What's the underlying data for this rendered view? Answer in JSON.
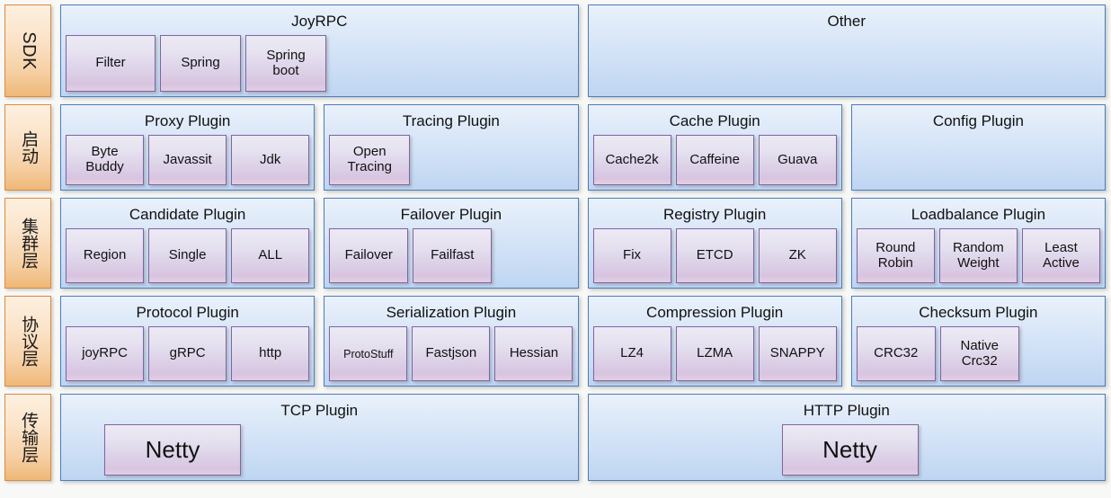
{
  "theme": {
    "background": "#f8f8f6",
    "layer_label_border": "#e0883c",
    "layer_label_fill": "#f6d0a5",
    "group_border": "#4a7ebb",
    "group_fill": "#cfe0f6",
    "item_border": "#8064a2",
    "item_fill": "#ddd2e8",
    "text": "#111111"
  },
  "rows": [
    {
      "id": "sdk",
      "layer": {
        "label": "SDK",
        "orientation": "latin-rotated"
      },
      "groups": [
        {
          "title": "JoyRPC",
          "flex": 2,
          "fill": false,
          "items": [
            {
              "label": "Filter",
              "width": 100
            },
            {
              "label": "Spring",
              "width": 90
            },
            {
              "label": "Spring\nboot",
              "width": 90
            }
          ]
        },
        {
          "title": "Other",
          "flex": 2,
          "fill": false,
          "items": []
        }
      ]
    },
    {
      "id": "startup",
      "layer": {
        "label": "启动",
        "orientation": "vertical"
      },
      "groups": [
        {
          "title": "Proxy Plugin",
          "flex": 1,
          "fill": true,
          "items": [
            {
              "label": "Byte\nBuddy"
            },
            {
              "label": "Javassit"
            },
            {
              "label": "Jdk"
            }
          ]
        },
        {
          "title": "Tracing Plugin",
          "flex": 1,
          "fill": false,
          "items": [
            {
              "label": "Open\nTracing",
              "width": 90
            }
          ]
        },
        {
          "title": "Cache Plugin",
          "flex": 1,
          "fill": true,
          "items": [
            {
              "label": "Cache2k"
            },
            {
              "label": "Caffeine"
            },
            {
              "label": "Guava"
            }
          ]
        },
        {
          "title": "Config Plugin",
          "flex": 1,
          "fill": false,
          "items": []
        }
      ]
    },
    {
      "id": "cluster",
      "layer": {
        "label": "集群层",
        "orientation": "vertical"
      },
      "groups": [
        {
          "title": "Candidate Plugin",
          "flex": 1,
          "fill": true,
          "items": [
            {
              "label": "Region"
            },
            {
              "label": "Single"
            },
            {
              "label": "ALL"
            }
          ]
        },
        {
          "title": "Failover Plugin",
          "flex": 1,
          "fill": false,
          "items": [
            {
              "label": "Failover",
              "width": 88
            },
            {
              "label": "Failfast",
              "width": 88
            }
          ]
        },
        {
          "title": "Registry Plugin",
          "flex": 1,
          "fill": true,
          "items": [
            {
              "label": "Fix"
            },
            {
              "label": "ETCD"
            },
            {
              "label": "ZK"
            }
          ]
        },
        {
          "title": "Loadbalance Plugin",
          "flex": 1,
          "fill": true,
          "items": [
            {
              "label": "Round\nRobin"
            },
            {
              "label": "Random\nWeight"
            },
            {
              "label": "Least\nActive"
            }
          ]
        }
      ]
    },
    {
      "id": "protocol",
      "layer": {
        "label": "协议层",
        "orientation": "vertical"
      },
      "groups": [
        {
          "title": "Protocol Plugin",
          "flex": 1,
          "fill": true,
          "items": [
            {
              "label": "joyRPC"
            },
            {
              "label": "gRPC"
            },
            {
              "label": "http"
            }
          ]
        },
        {
          "title": "Serialization Plugin",
          "flex": 1,
          "fill": true,
          "items": [
            {
              "label": "ProtoStuff",
              "size": "small"
            },
            {
              "label": "Fastjson"
            },
            {
              "label": "Hessian"
            }
          ]
        },
        {
          "title": "Compression Plugin",
          "flex": 1,
          "fill": true,
          "items": [
            {
              "label": "LZ4"
            },
            {
              "label": "LZMA"
            },
            {
              "label": "SNAPPY"
            }
          ]
        },
        {
          "title": "Checksum Plugin",
          "flex": 1,
          "fill": false,
          "items": [
            {
              "label": "CRC32",
              "width": 88
            },
            {
              "label": "Native\nCrc32",
              "width": 88
            }
          ]
        }
      ]
    },
    {
      "id": "transport",
      "layer": {
        "label": "传输层",
        "orientation": "vertical"
      },
      "groups": [
        {
          "title": "TCP Plugin",
          "flex": 2,
          "fill": false,
          "indent": 43,
          "items": [
            {
              "label": "Netty",
              "width": 152,
              "size": "big"
            }
          ]
        },
        {
          "title": "HTTP Plugin",
          "flex": 2,
          "fill": false,
          "indent": 210,
          "items": [
            {
              "label": "Netty",
              "width": 152,
              "size": "big"
            }
          ]
        }
      ]
    }
  ]
}
